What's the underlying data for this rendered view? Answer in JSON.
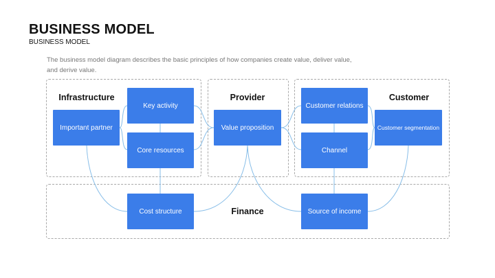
{
  "header": {
    "title": "BUSINESS MODEL",
    "subtitle": "BUSINESS MODEL",
    "description": "The business model diagram describes the basic principles of how companies create value, deliver value, and derive value."
  },
  "sections": {
    "infrastructure": "Infrastructure",
    "provider": "Provider",
    "customer": "Customer",
    "finance": "Finance"
  },
  "nodes": {
    "important_partner": "Important partner",
    "key_activity": "Key activity",
    "core_resources": "Core resources",
    "value_proposition": "Value proposition",
    "customer_relations": "Customer relations",
    "channel": "Channel",
    "customer_segmentation": "Customer segmentation",
    "cost_structure": "Cost structure",
    "source_of_income": "Source of income"
  },
  "colors": {
    "box_fill": "#3b7de9",
    "connector": "#86bde8",
    "panel_border": "#a8a8a8"
  }
}
